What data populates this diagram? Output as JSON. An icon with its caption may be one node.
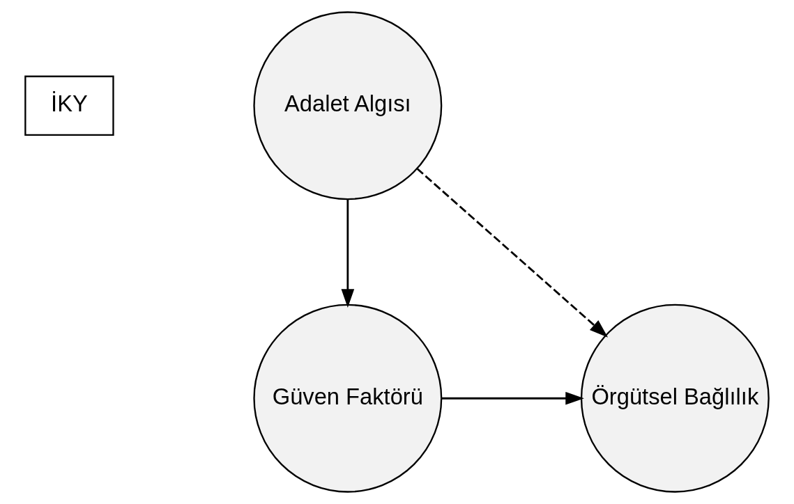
{
  "diagram": {
    "nodes": [
      {
        "text": [
          "İKY"
        ]
      },
      {
        "text": [
          "Adalet Algısı"
        ]
      },
      {
        "text": [
          "Güven Faktörü"
        ]
      },
      {
        "text": [
          "Örgütsel Bağlılık"
        ]
      }
    ],
    "edges": [
      {
        "from": 1,
        "to": 3,
        "arrow": "to",
        "style": "dashed"
      },
      {
        "from": 1,
        "to": 2,
        "arrow": "to"
      },
      {
        "from": 2,
        "to": 3,
        "arrow": "to"
      }
    ]
  }
}
